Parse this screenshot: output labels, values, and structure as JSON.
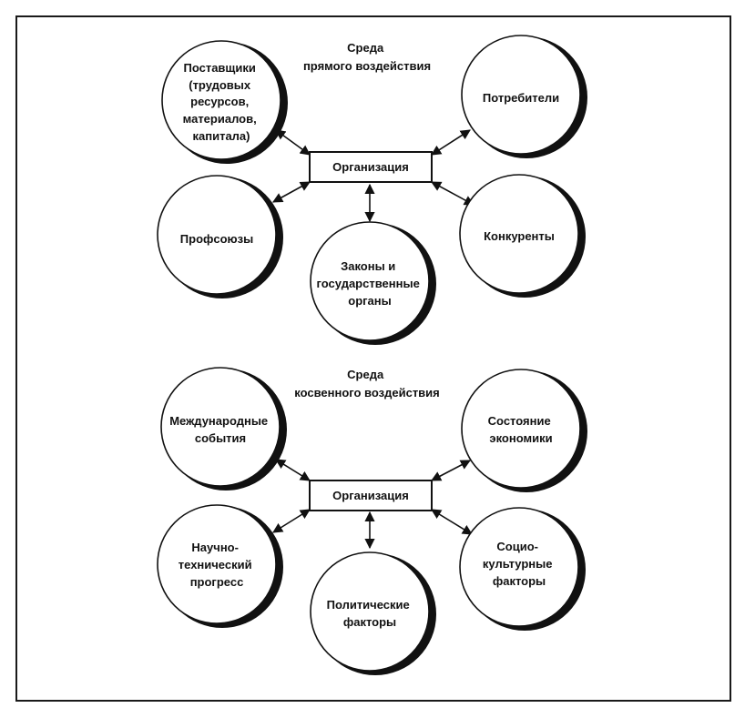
{
  "sections": [
    {
      "id": "direct",
      "title_lines": [
        "Среда",
        "прямого воздействия"
      ],
      "center_label": "Организация",
      "nodes": [
        {
          "id": "suppliers",
          "lines": [
            "Поставщики",
            "(трудовых",
            "ресурсов,",
            "материалов,",
            "капитала)"
          ]
        },
        {
          "id": "consumers",
          "lines": [
            "Потребители"
          ]
        },
        {
          "id": "unions",
          "lines": [
            "Профсоюзы"
          ]
        },
        {
          "id": "laws",
          "lines": [
            "Законы и",
            "государственные",
            "органы"
          ]
        },
        {
          "id": "competitors",
          "lines": [
            "Конкуренты"
          ]
        }
      ]
    },
    {
      "id": "indirect",
      "title_lines": [
        "Среда",
        "косвенного воздействия"
      ],
      "center_label": "Организация",
      "nodes": [
        {
          "id": "international",
          "lines": [
            "Международные",
            "события"
          ]
        },
        {
          "id": "economy",
          "lines": [
            "Состояние",
            "экономики"
          ]
        },
        {
          "id": "scitech",
          "lines": [
            "Научно-",
            "технический",
            "прогресс"
          ]
        },
        {
          "id": "political",
          "lines": [
            "Политические",
            "факторы"
          ]
        },
        {
          "id": "sociocultural",
          "lines": [
            "Социо-",
            "культурные",
            "факторы"
          ]
        }
      ]
    }
  ]
}
